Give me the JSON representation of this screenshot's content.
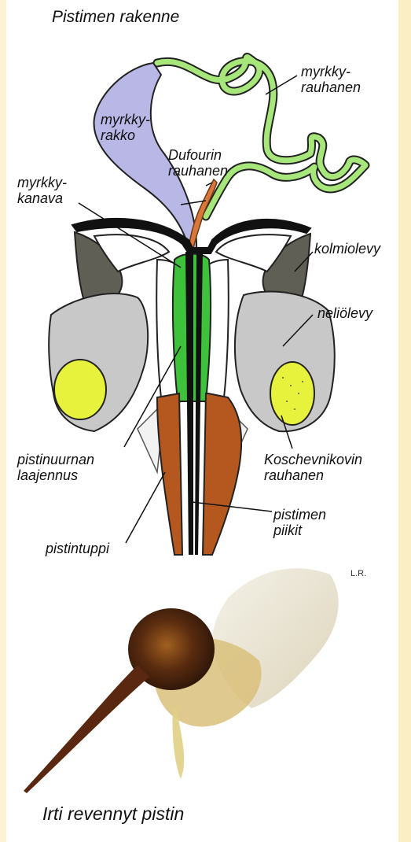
{
  "title": "Pistimen rakenne",
  "labels": {
    "myrkkyrauhanen": [
      "myrkky-",
      "rauhanen"
    ],
    "myrkkyrakko": [
      "myrkky-",
      "rakko"
    ],
    "dufourin": [
      "Dufourin",
      "rauhanen"
    ],
    "myrkkykanava": [
      "myrkky-",
      "kanava"
    ],
    "kolmiolevy": [
      "kolmiolevy"
    ],
    "neliolevy": [
      "neliölevy"
    ],
    "pistinuurnan": [
      "pistinuurnan",
      "laajennus"
    ],
    "koschevnikovin": [
      "Koschevnikovin",
      "rauhanen"
    ],
    "pistimen_piikit": [
      "pistimen",
      "piikit"
    ],
    "pistintuppi": [
      "pistintuppi"
    ]
  },
  "credit": "L.R.",
  "caption": "Irti revennyt pistin",
  "colors": {
    "venom_sac": "#b9b7e6",
    "venom_gland": "#a6e67a",
    "dufour_gland": "#d9783a",
    "bulb": "#3ec23c",
    "plates": "#c8c8c8",
    "dark_plates": "#5f5f55",
    "koschevnikov": "#e6f23c",
    "sheath": "#b4581f"
  }
}
